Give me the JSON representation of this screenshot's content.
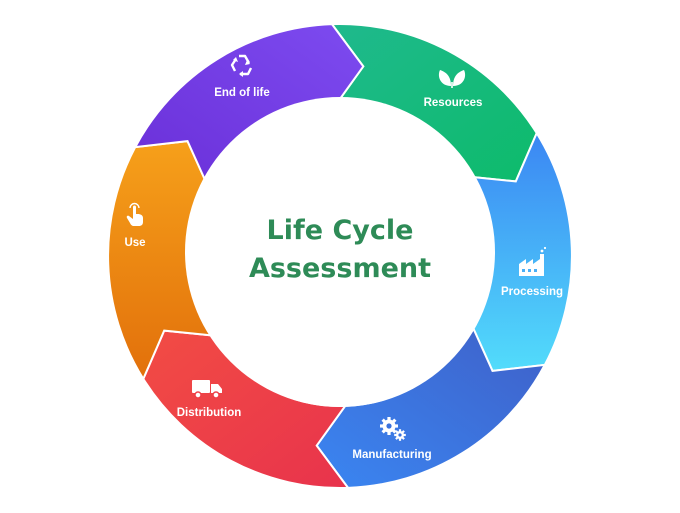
{
  "title": {
    "line1": "Life Cycle",
    "line2": "Assessment",
    "color": "#2e8b57"
  },
  "stages": [
    {
      "label": "Resources",
      "icon": "leaves-icon",
      "color_start": "#22b784",
      "color_end": "#0bbf6f"
    },
    {
      "label": "Processing",
      "icon": "factory-icon",
      "color_start": "#3d8ff5",
      "color_end": "#4fd8fb"
    },
    {
      "label": "Manufacturing",
      "icon": "gears-icon",
      "color_start": "#2f6fe2",
      "color_end": "#3a7be8"
    },
    {
      "label": "Distribution",
      "icon": "delivery-truck-icon",
      "color_start": "#e02d4b",
      "color_end": "#f2424a"
    },
    {
      "label": "Use",
      "icon": "tap-hand-icon",
      "color_start": "#f39c12",
      "color_end": "#e07a0a"
    },
    {
      "label": "End of life",
      "icon": "recycle-icon",
      "color_start": "#7a3bea",
      "color_end": "#5b2fd3"
    }
  ]
}
